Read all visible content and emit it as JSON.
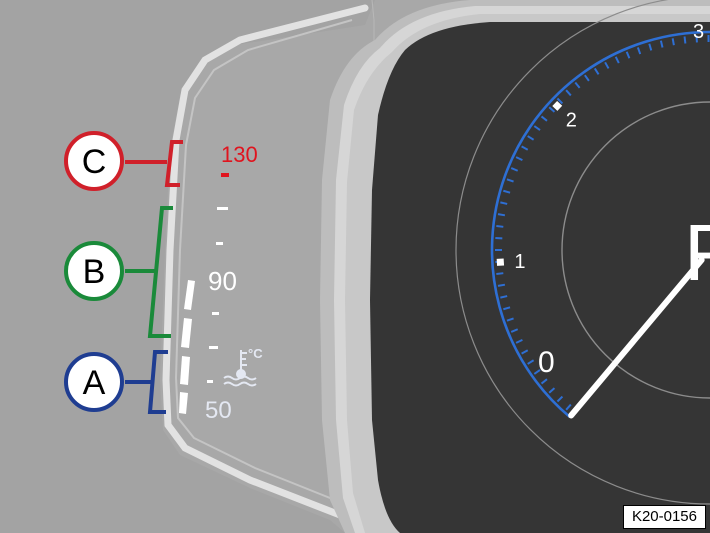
{
  "callouts": {
    "a": {
      "letter": "A",
      "color": "#1f3d91"
    },
    "b": {
      "letter": "B",
      "color": "#1a8a3a"
    },
    "c": {
      "letter": "C",
      "color": "#d0202a"
    }
  },
  "temperature_gauge": {
    "labels": {
      "high": "130",
      "mid": "90",
      "low": "50"
    },
    "unit_symbol": "°C",
    "high_color": "#e0141e",
    "icon": "coolant-temperature-icon"
  },
  "dial": {
    "labels": [
      "0",
      "1",
      "2"
    ],
    "partial_digit": "3",
    "needle_value": 0,
    "ring_color": "#2e6fd4",
    "display_character": "P"
  },
  "reference": "K20-0156",
  "colors": {
    "panel": "#a8a8a8",
    "screen": "#353535",
    "bezel": "#d8d8d8"
  }
}
